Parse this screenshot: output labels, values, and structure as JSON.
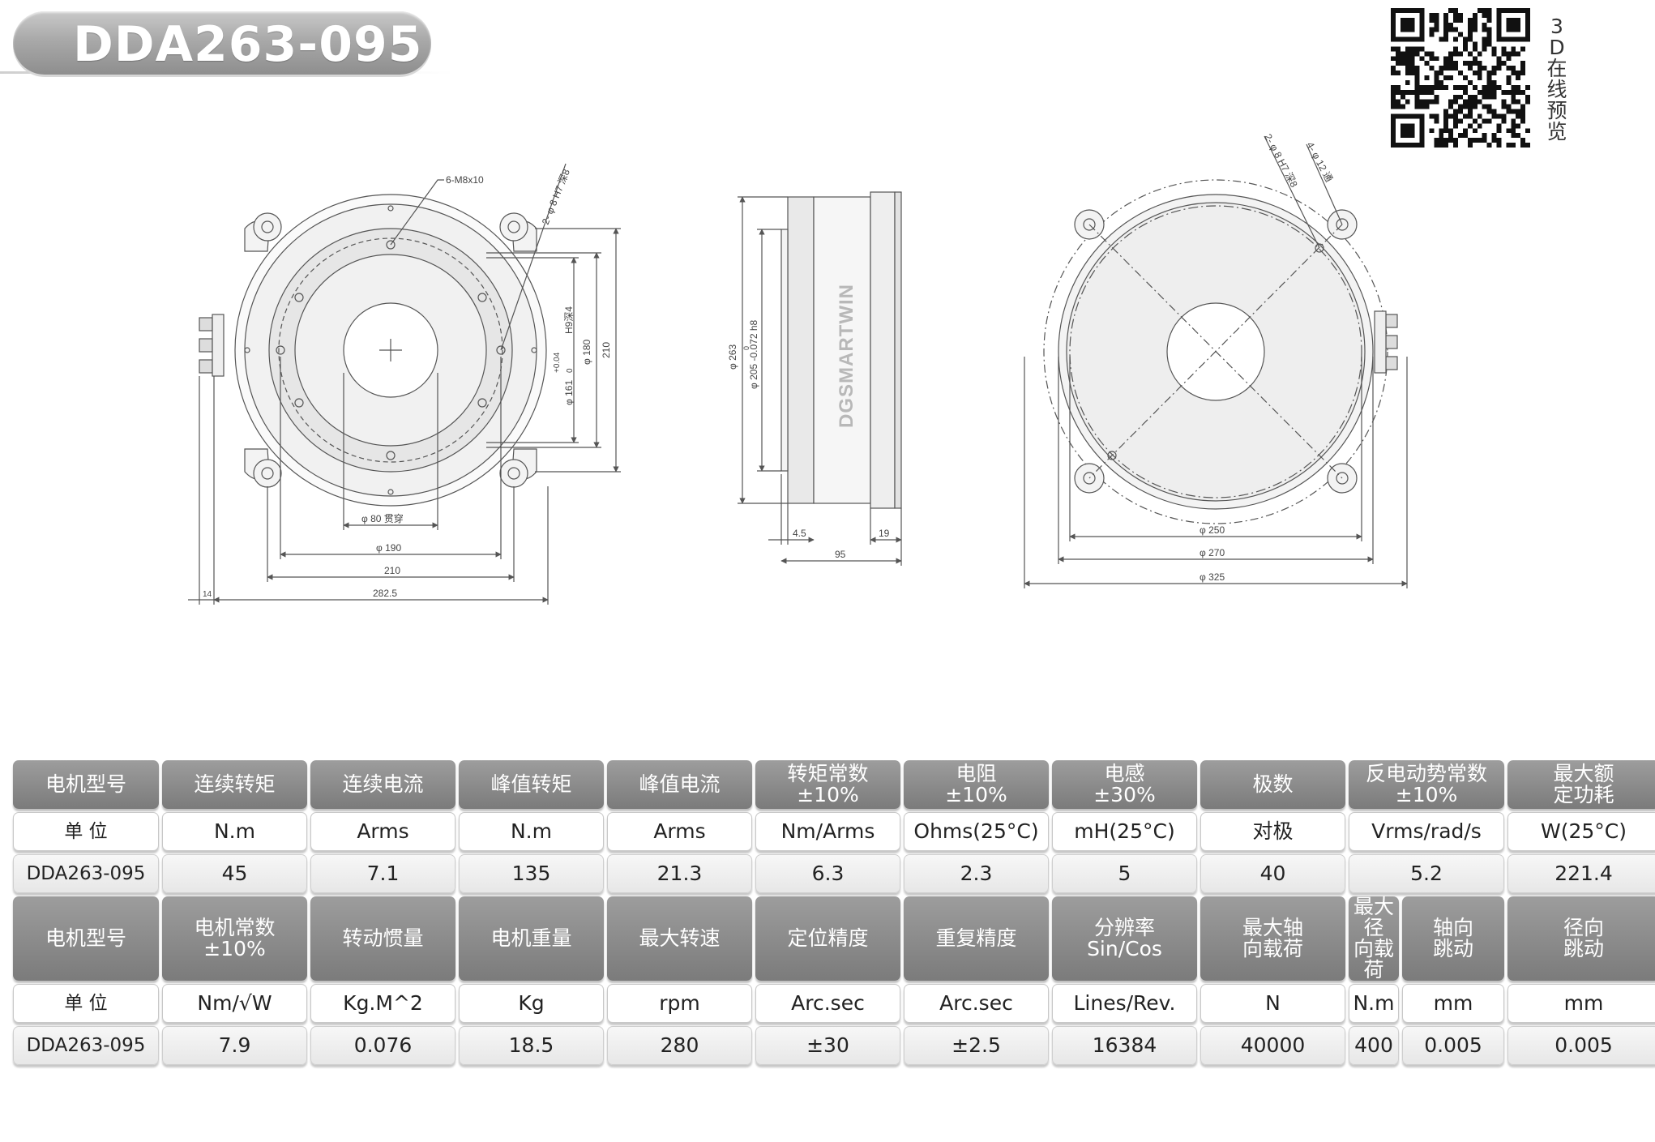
{
  "title": "DDA263-095",
  "qr_caption": [
    "3",
    "D",
    "在",
    "线",
    "预",
    "览"
  ],
  "drawing": {
    "brand": "DGSMARTWIN",
    "front_labels": {
      "tapped_holes": "6-M8x10",
      "pin_holes": "2- φ 8 H7 深8",
      "bore_tol_plus": "+0.04",
      "bore_tol_zero": "0",
      "bore": "φ 161",
      "bore_depth": "H9深4",
      "d180": "φ 180",
      "h210": "210",
      "through": "φ 80 贯穿",
      "d190": "φ 190",
      "w210": "210",
      "w2825": "282.5",
      "w14": "14"
    },
    "side_labels": {
      "d263": "φ 263",
      "d205": "φ 205 -0.072 h8",
      "d205_upper": "0",
      "t45": "4.5",
      "t19": "19",
      "t95": "95"
    },
    "rear_labels": {
      "pin_holes": "2- φ 8 H7 深8",
      "thru_holes": "4- φ 12 通",
      "d250": "φ 250",
      "d270": "φ 270",
      "d325": "φ 325"
    }
  },
  "table": {
    "header1": [
      "电机型号",
      "连续转矩",
      "连续电流",
      "峰值转矩",
      "峰值电流",
      "转矩常数\n±10%",
      "电阻\n±10%",
      "电感\n±30%",
      "极数",
      "反电动势常数\n±10%",
      "最大额\n定功耗"
    ],
    "units1": [
      "单 位",
      "N.m",
      "Arms",
      "N.m",
      "Arms",
      "Nm/Arms",
      "Ohms(25°C)",
      "mH(25°C)",
      "对极",
      "Vrms/rad/s",
      "W(25°C)"
    ],
    "values1": [
      "DDA263-095",
      "45",
      "7.1",
      "135",
      "21.3",
      "6.3",
      "2.3",
      "5",
      "40",
      "5.2",
      "221.4"
    ],
    "header2": [
      "电机型号",
      "电机常数\n±10%",
      "转动惯量",
      "电机重量",
      "最大转速",
      "定位精度",
      "重复精度",
      "分辨率\nSin/Cos",
      "最大轴\n向载荷",
      "最大径\n向载荷",
      "轴向\n跳动",
      "径向\n跳动"
    ],
    "units2": [
      "单 位",
      "Nm/√W",
      "Kg.M^2",
      "Kg",
      "rpm",
      "Arc.sec",
      "Arc.sec",
      "Lines/Rev.",
      "N",
      "N.m",
      "mm",
      "mm"
    ],
    "values2": [
      "DDA263-095",
      "7.9",
      "0.076",
      "18.5",
      "280",
      "±30",
      "±2.5",
      "16384",
      "40000",
      "400",
      "0.005",
      "0.005"
    ]
  }
}
